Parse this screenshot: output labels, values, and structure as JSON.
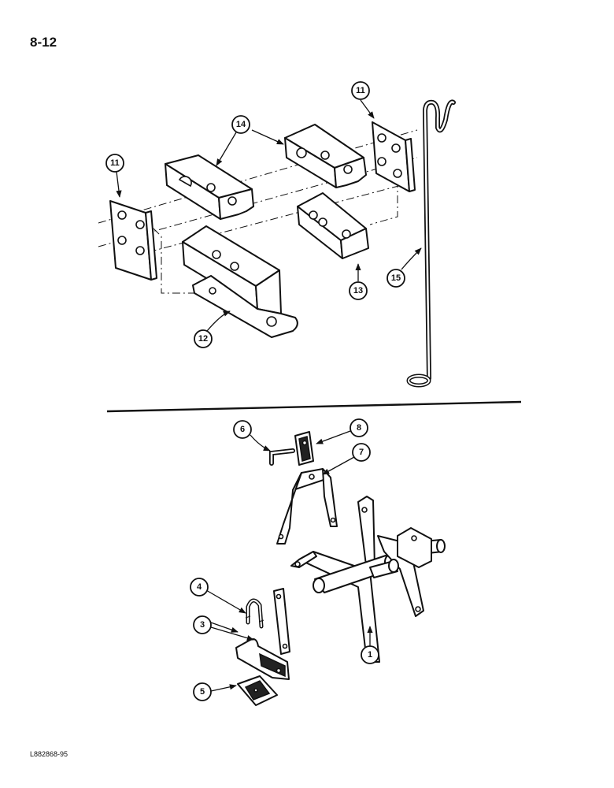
{
  "page": {
    "number": "8-12",
    "reference_code": "L882868-95"
  },
  "callouts": {
    "c1": "1",
    "c3": "3",
    "c4": "4",
    "c5": "5",
    "c6": "6",
    "c7": "7",
    "c8": "8",
    "c11a": "11",
    "c11b": "11",
    "c12": "12",
    "c13": "13",
    "c14": "14",
    "c15": "15"
  }
}
